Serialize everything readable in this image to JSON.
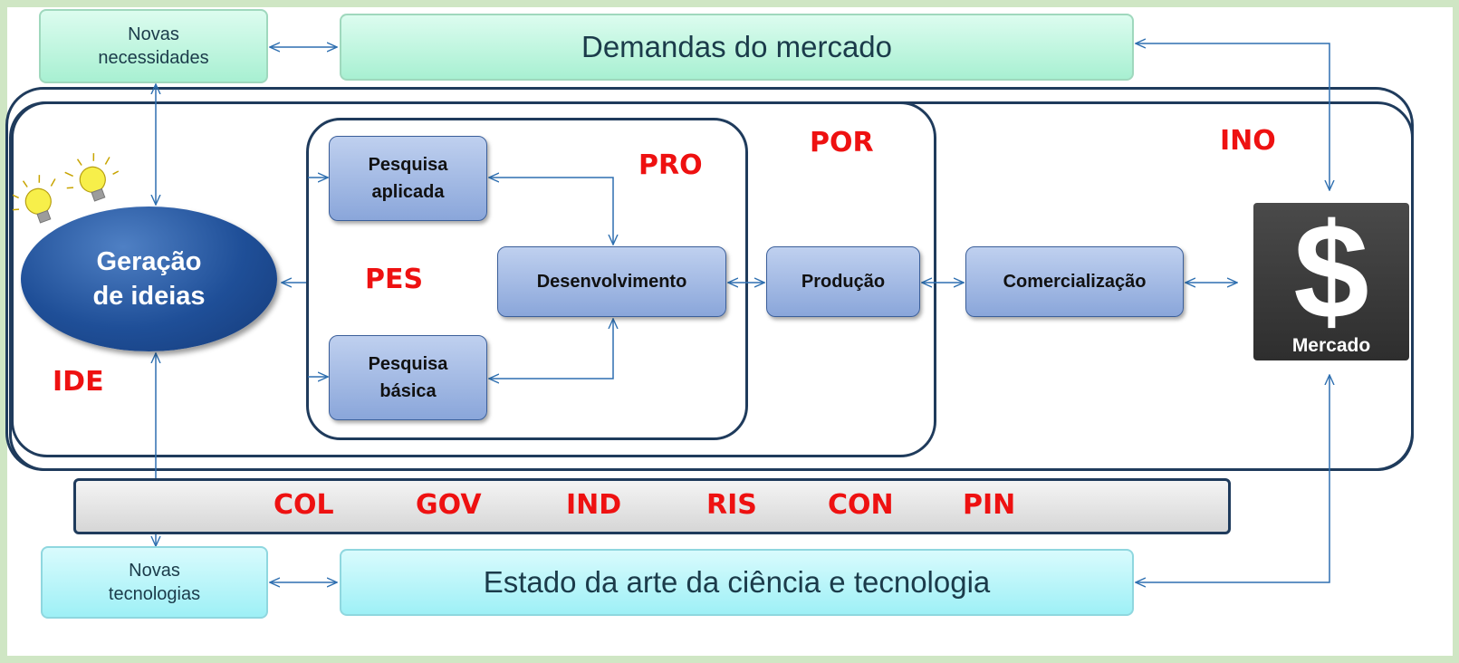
{
  "top": {
    "novas_necessidades": "Novas\nnecessidades",
    "demandas": "Demandas do mercado"
  },
  "bottom": {
    "novas_tecnologias": "Novas\ntecnologias",
    "estado": "Estado da arte da ciência e tecnologia"
  },
  "process": {
    "geracao": "Geração\nde ideias",
    "pesquisa_aplicada": "Pesquisa\naplicada",
    "pesquisa_basica": "Pesquisa\nbásica",
    "desenvolvimento": "Desenvolvimento",
    "producao": "Produção",
    "comercializacao": "Comercialização",
    "mercado": "Mercado",
    "mercado_symbol": "$"
  },
  "labels": {
    "ide": "IDE",
    "pes": "PES",
    "pro": "PRO",
    "por": "POR",
    "ino": "INO"
  },
  "bar_labels": [
    "COL",
    "GOV",
    "IND",
    "RIS",
    "CON",
    "PIN"
  ],
  "colors": {
    "frame": "#1f3b5c",
    "label_red": "#ee1111",
    "box_blue": "#8aa6da",
    "top_green": "#a8f0d2",
    "bottom_cyan": "#9ef0f6",
    "arrow": "#2e6fb0"
  },
  "icons": [
    "lightbulb-icon",
    "lightbulb-icon",
    "dollar-icon"
  ]
}
